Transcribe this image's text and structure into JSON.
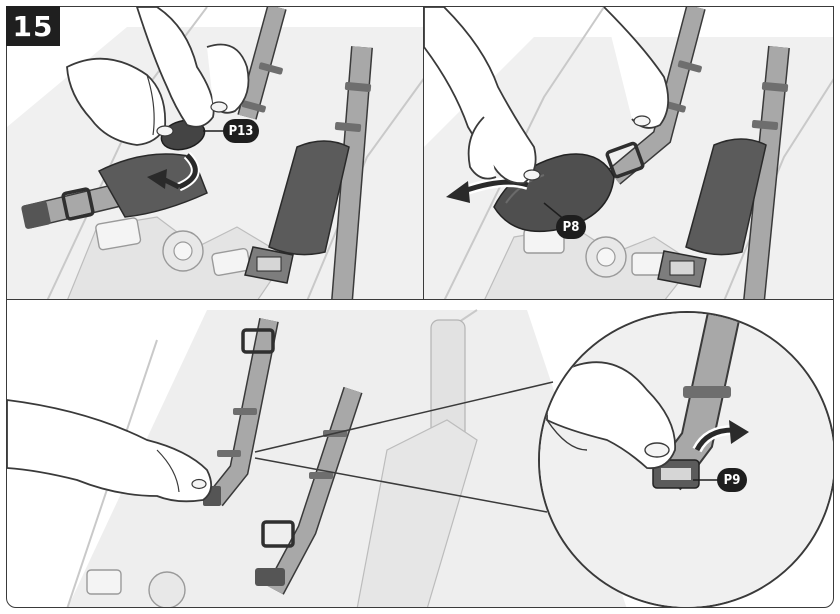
{
  "step": {
    "number": "15"
  },
  "panels": [
    {
      "id": "a",
      "label": "P13"
    },
    {
      "id": "b",
      "label": "P8"
    },
    {
      "id": "c",
      "label": "P9"
    }
  ],
  "colors": {
    "outline": "#3a3a3a",
    "strap": "#a8a8a8",
    "strap_dark": "#6e6e6e",
    "pad": "#5b5b5b",
    "seat_fill": "#eeeeee",
    "hand_fill": "#ffffff",
    "badge_bg": "#1f1f1f"
  }
}
